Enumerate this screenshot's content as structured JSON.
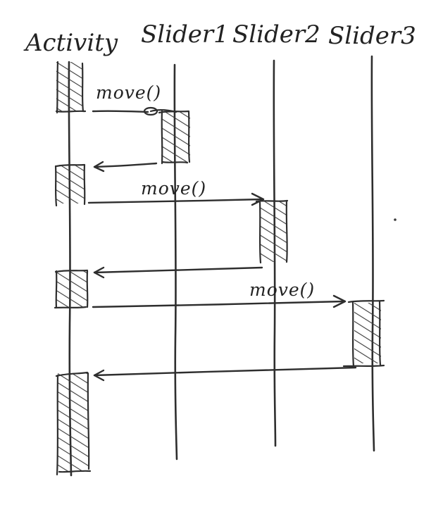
{
  "colors": {
    "ink": "#2e2e2e",
    "paper": "#ffffff"
  },
  "diagram": {
    "type": "sequence",
    "participants": [
      {
        "id": "activity",
        "label": "Activity"
      },
      {
        "id": "slider1",
        "label": "Slider1"
      },
      {
        "id": "slider2",
        "label": "Slider2"
      },
      {
        "id": "slider3",
        "label": "Slider3"
      }
    ],
    "messages": [
      {
        "from": "activity",
        "to": "slider1",
        "label": "move()"
      },
      {
        "from": "slider1",
        "to": "activity",
        "label": ""
      },
      {
        "from": "activity",
        "to": "slider2",
        "label": "move()"
      },
      {
        "from": "slider2",
        "to": "activity",
        "label": ""
      },
      {
        "from": "activity",
        "to": "slider3",
        "label": "move()"
      },
      {
        "from": "slider3",
        "to": "activity",
        "label": ""
      }
    ]
  }
}
